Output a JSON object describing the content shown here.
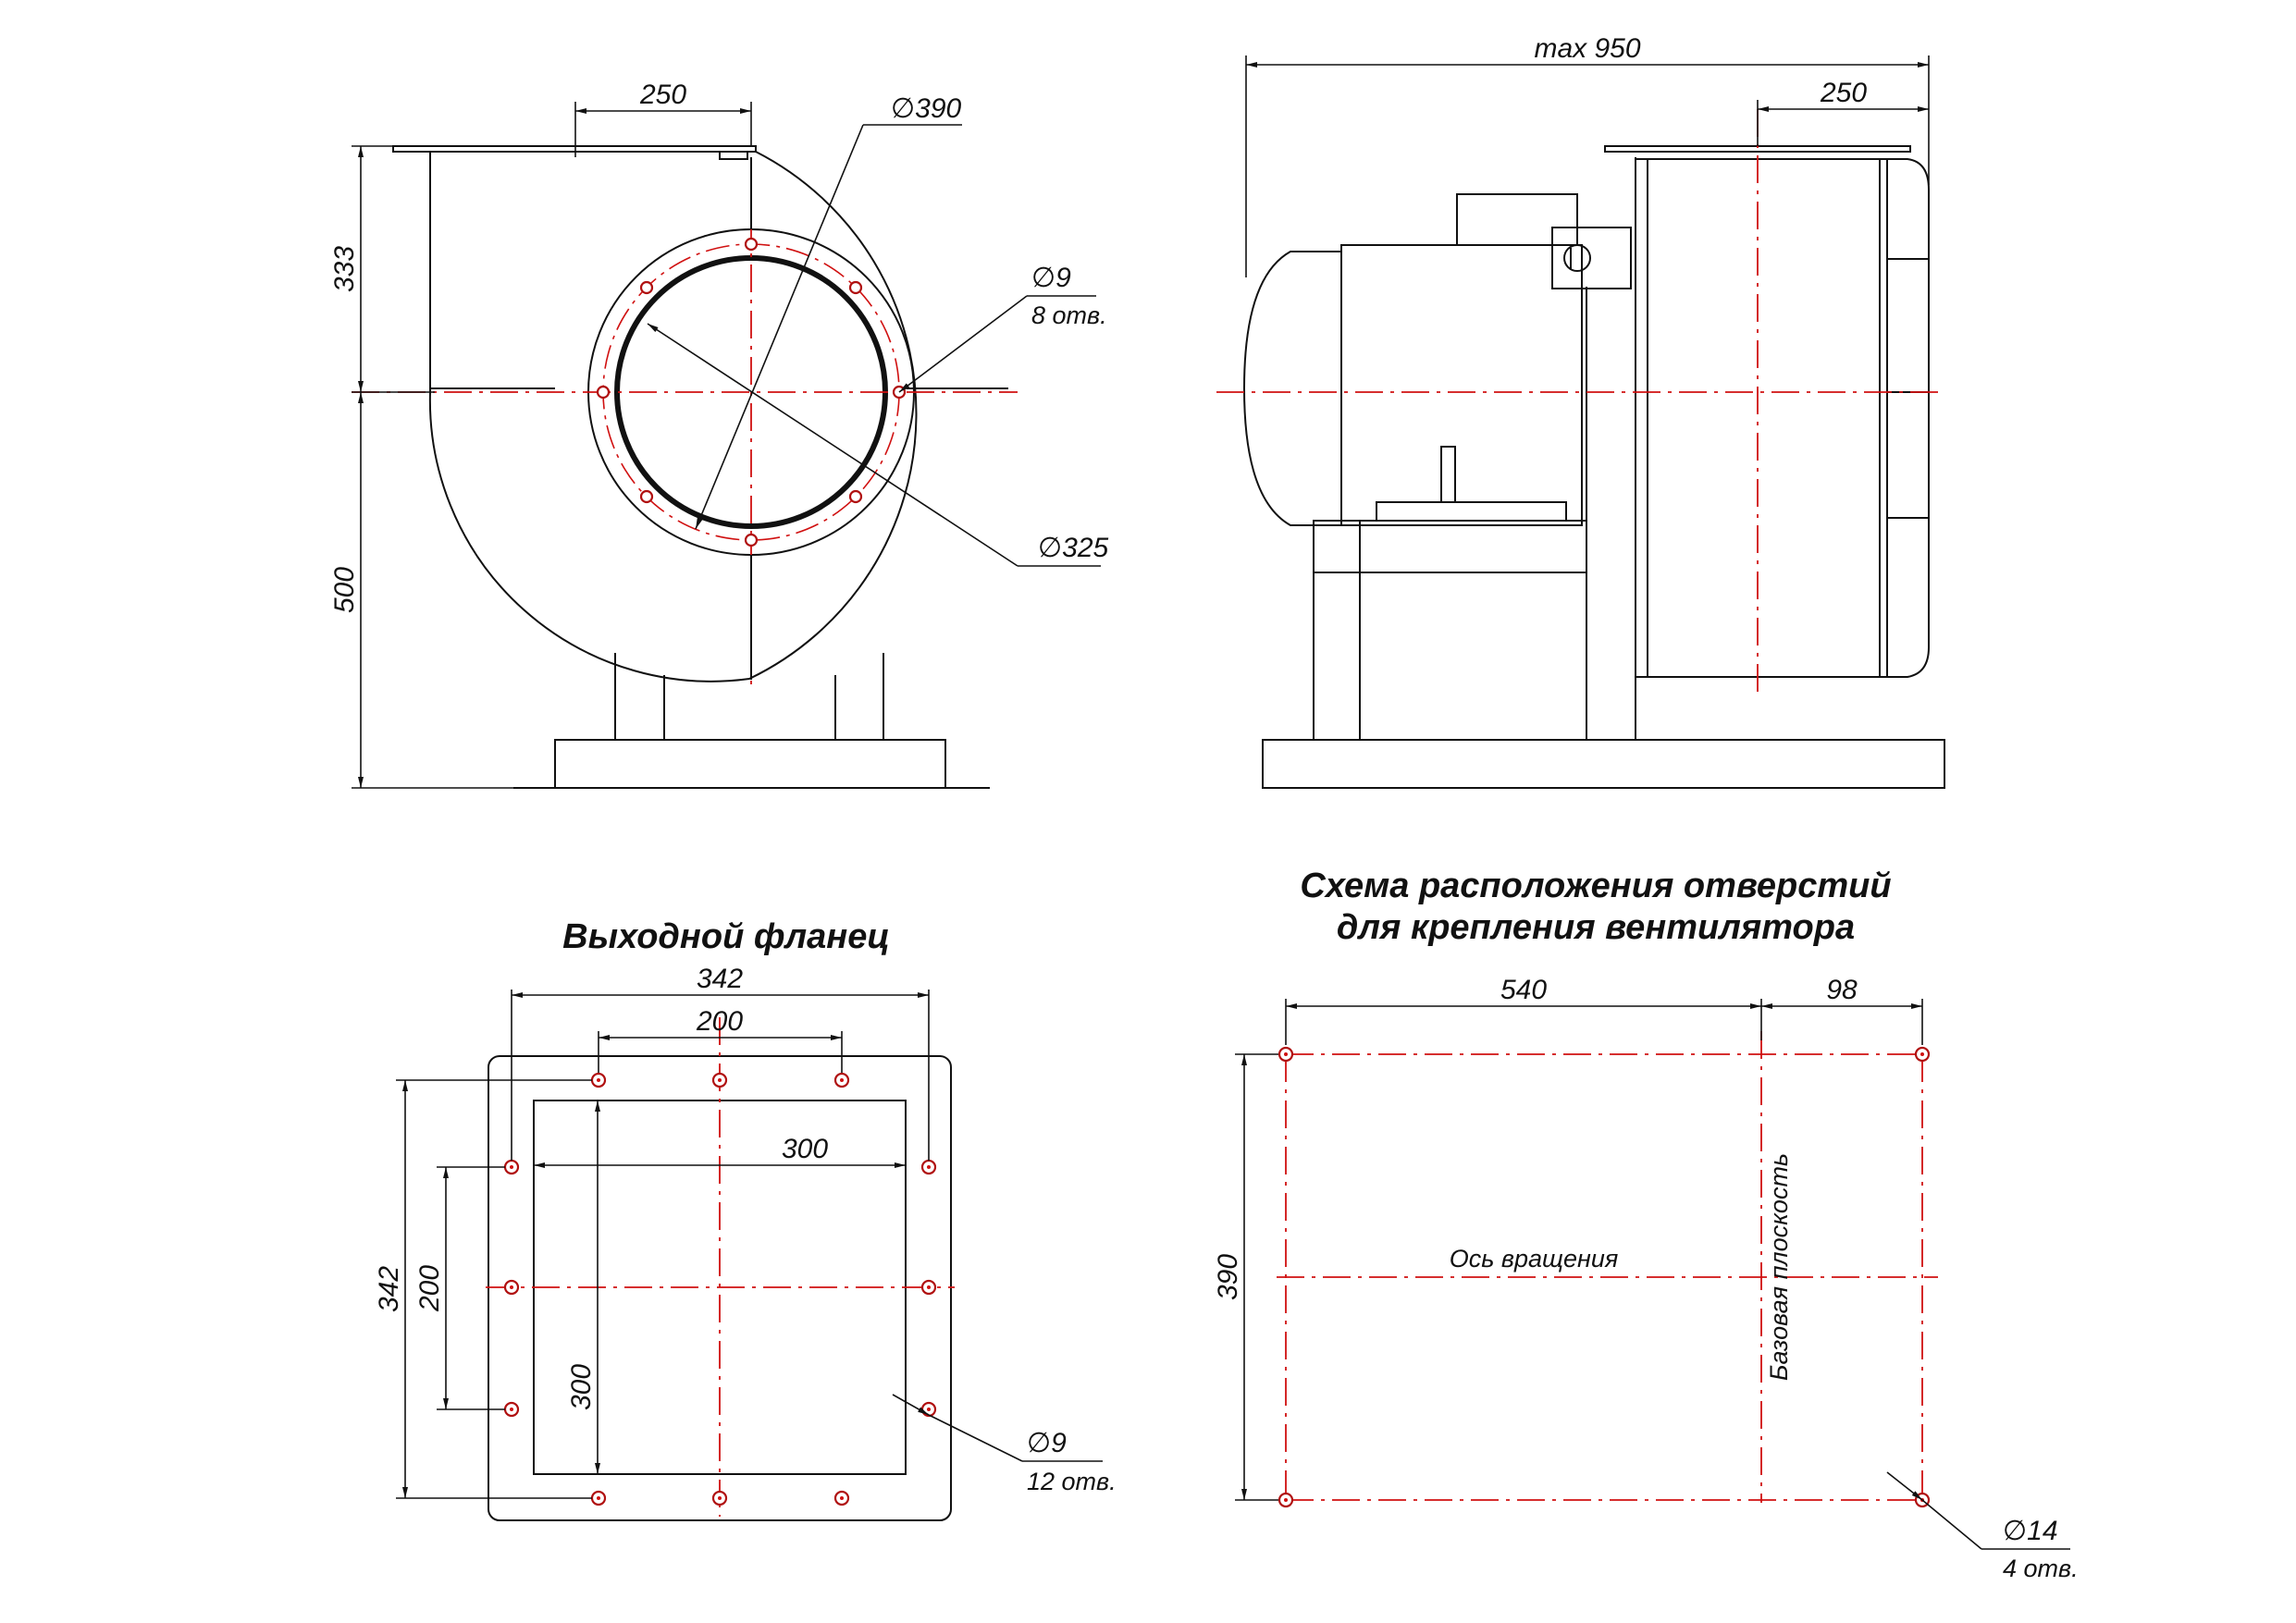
{
  "views": {
    "front": {
      "dim_top": "250",
      "dim_upper": "333",
      "dim_lower": "500",
      "dia_outer": "∅390",
      "hole_dia": "∅9",
      "hole_count": "8 отв.",
      "dia_inner": "∅325"
    },
    "side": {
      "dim_total": "max 950",
      "dim_flange": "250"
    },
    "outlet_flange": {
      "title": "Выходной фланец",
      "dim_outer_w": "342",
      "dim_bolt_w": "200",
      "dim_inner_w": "300",
      "dim_outer_h": "342",
      "dim_bolt_h": "200",
      "dim_inner_h": "300",
      "hole_dia": "∅9",
      "hole_count": "12 отв."
    },
    "mount_scheme": {
      "title_line1": "Схема расположения отверстий",
      "title_line2": "для крепления вентилятора",
      "dim_a": "540",
      "dim_b": "98",
      "dim_h": "390",
      "label_axis": "Ось вращения",
      "label_base": "Базовая плоскость",
      "hole_dia": "∅14",
      "hole_count": "4 отв."
    }
  },
  "colors": {
    "line": "#111111",
    "axis": "#d01010"
  }
}
